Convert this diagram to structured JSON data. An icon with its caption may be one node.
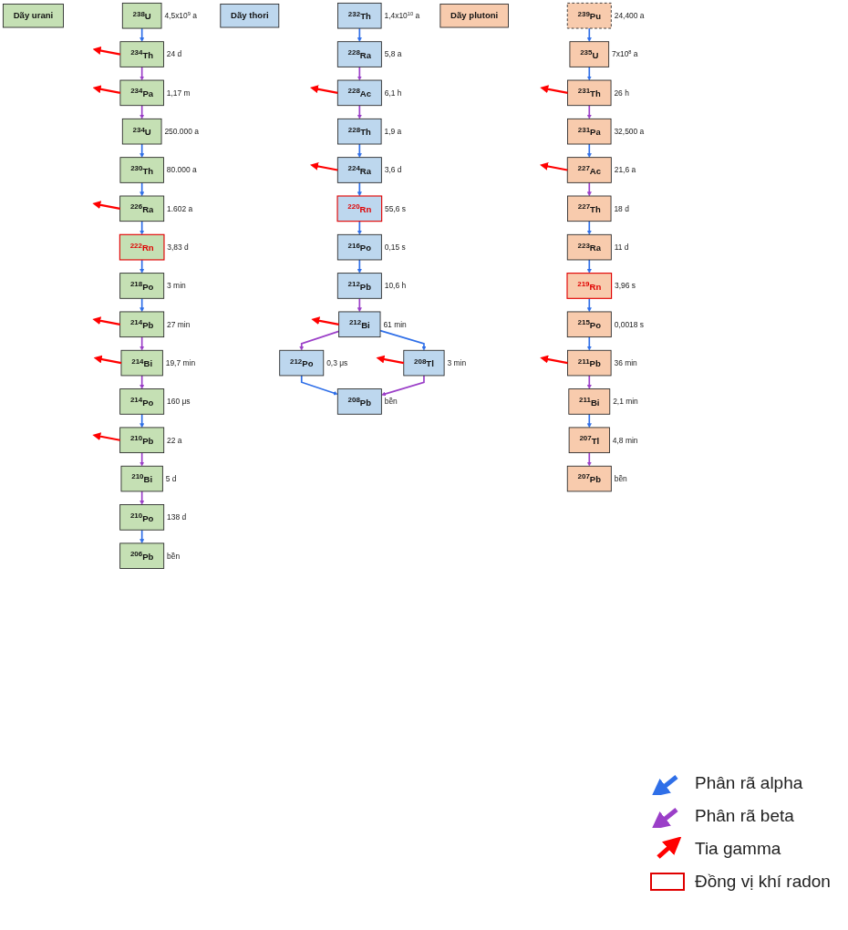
{
  "diagram": {
    "nodes": [
      {
        "text": [
          "Dãy urani"
        ]
      },
      {
        "text": [
          "$^{238}$U"
        ],
        "beside": [
          "4,5x10$^{9}$ a"
        ]
      },
      {
        "text": [
          "$^{234}$Th"
        ],
        "beside": [
          "24 d"
        ]
      },
      {
        "text": [
          "$^{234}$Pa"
        ],
        "beside": [
          "1,17 m"
        ]
      },
      {
        "text": [
          "$^{234}$U"
        ],
        "beside": [
          "250.000 a"
        ]
      },
      {
        "text": [
          "$^{230}$Th"
        ],
        "beside": [
          "80.000 a"
        ]
      },
      {
        "text": [
          "$^{226}$Ra"
        ],
        "beside": [
          "1.602 a"
        ]
      },
      {
        "text": [
          "$^{222}$Rn"
        ],
        "beside": [
          "3,83 d"
        ]
      },
      {
        "text": [
          "$^{218}$Po"
        ],
        "beside": [
          "3 min"
        ]
      },
      {
        "text": [
          "$^{214}$Pb"
        ],
        "beside": [
          "27 min"
        ]
      },
      {
        "text": [
          "$^{214}$Bi"
        ],
        "beside": [
          "19,7 min"
        ]
      },
      {
        "text": [
          "$^{214}$Po"
        ],
        "beside": [
          "160 μs"
        ]
      },
      {
        "text": [
          "$^{210}$Pb"
        ],
        "beside": [
          "22 a"
        ]
      },
      {
        "text": [
          "$^{210}$Bi"
        ],
        "beside": [
          "5 d"
        ]
      },
      {
        "text": [
          "$^{210}$Po"
        ],
        "beside": [
          "138 d"
        ]
      },
      {
        "text": [
          "$^{206}$Pb"
        ],
        "beside": [
          "bền"
        ]
      },
      {
        "text": [
          "Dãy thori"
        ]
      },
      {
        "text": [
          "$^{232}$Th"
        ],
        "beside": [
          "1,4x10$^{10}$ a"
        ]
      },
      {
        "text": [
          "$^{228}$Ra"
        ],
        "beside": [
          "5,8 a"
        ]
      },
      {
        "text": [
          "$^{228}$Ac"
        ],
        "beside": [
          "6,1 h"
        ]
      },
      {
        "text": [
          "$^{228}$Th"
        ],
        "beside": [
          "1,9 a"
        ]
      },
      {
        "text": [
          "$^{224}$Ra"
        ],
        "beside": [
          "3,6 d"
        ]
      },
      {
        "text": [
          "$^{220}$Rn"
        ],
        "beside": [
          "55,6 s"
        ]
      },
      {
        "text": [
          "$^{216}$Po"
        ],
        "beside": [
          "0,15 s"
        ]
      },
      {
        "text": [
          "$^{212}$Pb"
        ],
        "beside": [
          "10,6 h"
        ]
      },
      {
        "text": [
          "$^{212}$Bi"
        ],
        "beside": [
          "61 min"
        ]
      },
      {
        "text": [
          "$^{212}$Po"
        ],
        "beside": [
          "0,3 μs"
        ]
      },
      {
        "text": [
          "$^{208}$Tl"
        ],
        "beside": [
          "3 min"
        ]
      },
      {
        "text": [
          "$^{208}$Pb"
        ],
        "beside": [
          "bền"
        ]
      },
      {
        "text": [
          "Dãy plutoni"
        ]
      },
      {
        "text": [
          "$^{239}$Pu"
        ],
        "beside": [
          "24,400 a"
        ]
      },
      {
        "text": [
          "$^{235}$U"
        ],
        "beside": [
          "7x10$^{8}$ a"
        ]
      },
      {
        "text": [
          "$^{231}$Th"
        ],
        "beside": [
          "26 h"
        ]
      },
      {
        "text": [
          "$^{231}$Pa"
        ],
        "beside": [
          "32,500 a"
        ]
      },
      {
        "text": [
          "$^{227}$Ac"
        ],
        "beside": [
          "21,6 a"
        ]
      },
      {
        "text": [
          "$^{227}$Th"
        ],
        "beside": [
          "18 d"
        ]
      },
      {
        "text": [
          "$^{223}$Ra"
        ],
        "beside": [
          "11 d"
        ]
      },
      {
        "text": [
          "$^{219}$Rn"
        ],
        "beside": [
          "3,96 s"
        ]
      },
      {
        "text": [
          "$^{215}$Po"
        ],
        "beside": [
          "0,0018 s"
        ]
      },
      {
        "text": [
          "$^{211}$Pb"
        ],
        "beside": [
          "36 min"
        ]
      },
      {
        "text": [
          "$^{211}$Bi"
        ],
        "beside": [
          "2,1 min"
        ]
      },
      {
        "text": [
          "$^{207}$Tl"
        ],
        "beside": [
          "4,8 min"
        ]
      },
      {
        "text": [
          "$^{207}$Pb"
        ],
        "beside": [
          "bền"
        ]
      }
    ],
    "edges": [
      {
        "from": 1,
        "to": 2,
        "arrow": "to",
        "color": "#2f6fe8"
      },
      {
        "from": 2,
        "to": null,
        "arrow": "to",
        "color": "#ff0000"
      },
      {
        "from": 2,
        "to": 3,
        "arrow": "to",
        "color": "#9b3fc8"
      },
      {
        "from": 3,
        "to": null,
        "arrow": "to",
        "color": "#ff0000"
      },
      {
        "from": 3,
        "to": 4,
        "arrow": "to",
        "color": "#9b3fc8"
      },
      {
        "from": 4,
        "to": 5,
        "arrow": "to",
        "color": "#2f6fe8"
      },
      {
        "from": 5,
        "to": 6,
        "arrow": "to",
        "color": "#2f6fe8"
      },
      {
        "from": 6,
        "to": null,
        "arrow": "to",
        "color": "#ff0000"
      },
      {
        "from": 6,
        "to": 7,
        "arrow": "to",
        "color": "#2f6fe8"
      },
      {
        "from": 7,
        "to": 8,
        "arrow": "to",
        "color": "#2f6fe8"
      },
      {
        "from": 8,
        "to": 9,
        "arrow": "to",
        "color": "#2f6fe8"
      },
      {
        "from": 9,
        "to": null,
        "arrow": "to",
        "color": "#ff0000"
      },
      {
        "from": 9,
        "to": 10,
        "arrow": "to",
        "color": "#9b3fc8"
      },
      {
        "from": 10,
        "to": null,
        "arrow": "to",
        "color": "#ff0000"
      },
      {
        "from": 10,
        "to": 11,
        "arrow": "to",
        "color": "#9b3fc8"
      },
      {
        "from": 11,
        "to": 12,
        "arrow": "to",
        "color": "#2f6fe8"
      },
      {
        "from": 12,
        "to": null,
        "arrow": "to",
        "color": "#ff0000"
      },
      {
        "from": 12,
        "to": 13,
        "arrow": "to",
        "color": "#9b3fc8"
      },
      {
        "from": 13,
        "to": 14,
        "arrow": "to",
        "color": "#9b3fc8"
      },
      {
        "from": 14,
        "to": 15,
        "arrow": "to",
        "color": "#2f6fe8"
      },
      {
        "from": 17,
        "to": 18,
        "arrow": "to",
        "color": "#2f6fe8"
      },
      {
        "from": 18,
        "to": 19,
        "arrow": "to",
        "color": "#9b3fc8"
      },
      {
        "from": 19,
        "to": null,
        "arrow": "to",
        "color": "#ff0000"
      },
      {
        "from": 19,
        "to": 20,
        "arrow": "to",
        "color": "#9b3fc8"
      },
      {
        "from": 20,
        "to": 21,
        "arrow": "to",
        "color": "#2f6fe8"
      },
      {
        "from": 21,
        "to": null,
        "arrow": "to",
        "color": "#ff0000"
      },
      {
        "from": 21,
        "to": 22,
        "arrow": "to",
        "color": "#2f6fe8"
      },
      {
        "from": 22,
        "to": 23,
        "arrow": "to",
        "color": "#2f6fe8"
      },
      {
        "from": 23,
        "to": 24,
        "arrow": "to",
        "color": "#2f6fe8"
      },
      {
        "from": 24,
        "to": 25,
        "arrow": "to",
        "color": "#9b3fc8"
      },
      {
        "from": 25,
        "to": null,
        "arrow": "to",
        "color": "#ff0000"
      },
      {
        "from": 25,
        "to": 26,
        "arrow": "to",
        "color": "#9b3fc8"
      },
      {
        "from": 25,
        "to": 27,
        "arrow": "to",
        "color": "#2f6fe8"
      },
      {
        "from": 26,
        "to": 28,
        "arrow": "to",
        "color": "#2f6fe8"
      },
      {
        "from": 27,
        "to": 28,
        "arrow": "to",
        "color": "#9b3fc8"
      },
      {
        "from": 27,
        "to": null,
        "arrow": "to",
        "color": "#ff0000"
      },
      {
        "from": 30,
        "to": 31,
        "arrow": "to",
        "color": "#2f6fe8"
      },
      {
        "from": 31,
        "to": 32,
        "arrow": "to",
        "color": "#2f6fe8"
      },
      {
        "from": 32,
        "to": null,
        "arrow": "to",
        "color": "#ff0000"
      },
      {
        "from": 32,
        "to": 33,
        "arrow": "to",
        "color": "#9b3fc8"
      },
      {
        "from": 33,
        "to": 34,
        "arrow": "to",
        "color": "#2f6fe8"
      },
      {
        "from": 34,
        "to": null,
        "arrow": "to",
        "color": "#ff0000"
      },
      {
        "from": 34,
        "to": 35,
        "arrow": "to",
        "color": "#9b3fc8"
      },
      {
        "from": 35,
        "to": 36,
        "arrow": "to",
        "color": "#2f6fe8"
      },
      {
        "from": 36,
        "to": 37,
        "arrow": "to",
        "color": "#2f6fe8"
      },
      {
        "from": 37,
        "to": 38,
        "arrow": "to",
        "color": "#2f6fe8"
      },
      {
        "from": 38,
        "to": 39,
        "arrow": "to",
        "color": "#2f6fe8"
      },
      {
        "from": 39,
        "to": null,
        "arrow": "to",
        "color": "#ff0000"
      },
      {
        "from": 39,
        "to": 40,
        "arrow": "to",
        "color": "#9b3fc8"
      },
      {
        "from": 40,
        "to": 41,
        "arrow": "to",
        "color": "#2f6fe8"
      },
      {
        "from": 41,
        "to": 42,
        "arrow": "to",
        "color": "#9b3fc8"
      }
    ],
    "legend": [
      {
        "text": "Phân rã alpha"
      },
      {
        "text": "Phân rã beta"
      },
      {
        "text": "Tia gamma"
      },
      {
        "text": "Đồng vị khí radon"
      }
    ]
  }
}
